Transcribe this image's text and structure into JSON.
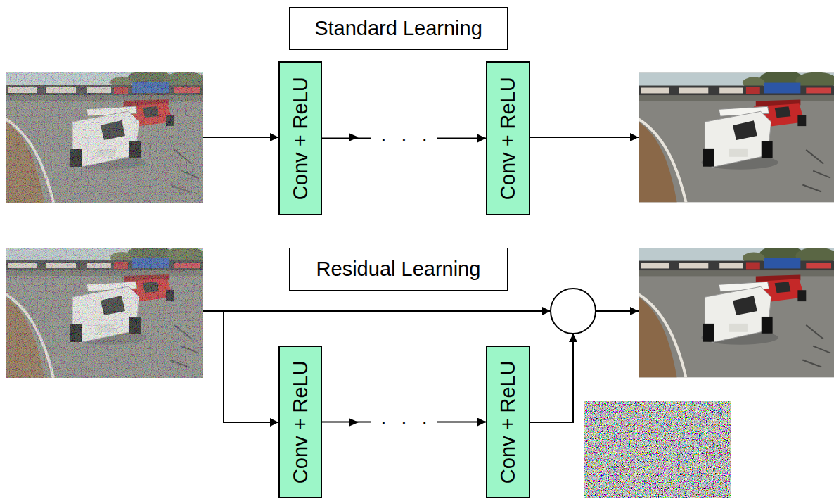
{
  "diagram": {
    "nodes": [
      {
        "text": [
          "Standard Learning"
        ]
      },
      {
        "text": [
          "Conv + ReLU"
        ]
      },
      {
        "text": [
          "Conv + ReLU"
        ]
      },
      {
        "text": [
          "Residual Learning"
        ]
      },
      {
        "text": [
          "Conv + ReLU"
        ]
      },
      {
        "text": [
          "Conv + ReLU"
        ]
      }
    ],
    "edges": [
      {
        "from": 1,
        "to": 2,
        "label": "· · ·",
        "arrow": "to"
      },
      {
        "from": 4,
        "to": 5,
        "label": "· · ·",
        "arrow": "to"
      }
    ]
  }
}
